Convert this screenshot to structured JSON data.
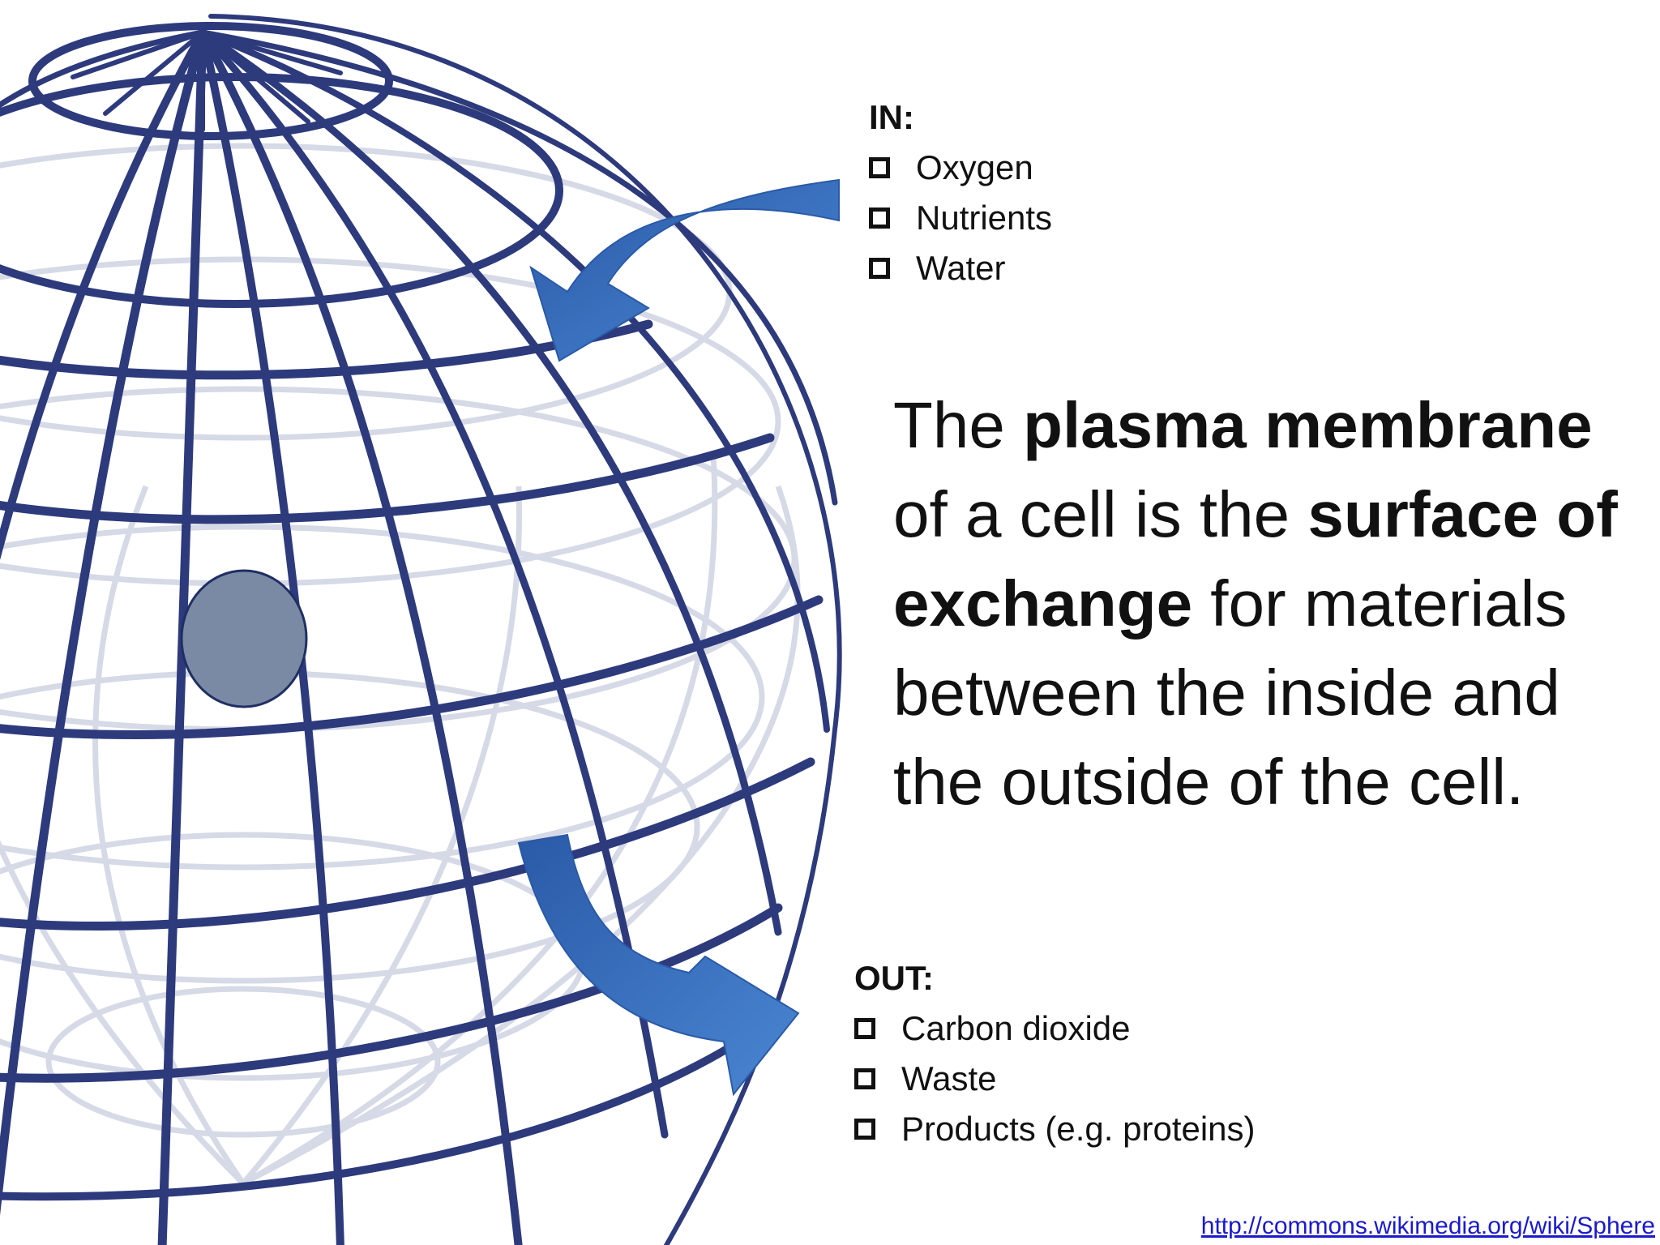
{
  "in_list": {
    "heading": "IN:",
    "items": [
      "Oxygen",
      "Nutrients",
      "Water"
    ]
  },
  "out_list": {
    "heading": "OUT:",
    "items": [
      "Carbon dioxide",
      "Waste",
      "Products (e.g. proteins)"
    ]
  },
  "statement": {
    "part1": "The ",
    "bold1": "plasma membrane",
    "part2": " of a cell is the ",
    "bold2": "surface of exchange",
    "part3": " for materials between the inside and the outside of the cell."
  },
  "source_link": "http://commons.wikimedia.org/wiki/Sphere",
  "colors": {
    "grid_front": "#2d3a7c",
    "grid_back": "#c8ccdc",
    "arrow": "#3a72c0",
    "nucleus_fill": "#7a8aa4",
    "nucleus_stroke": "#1f2f63"
  }
}
